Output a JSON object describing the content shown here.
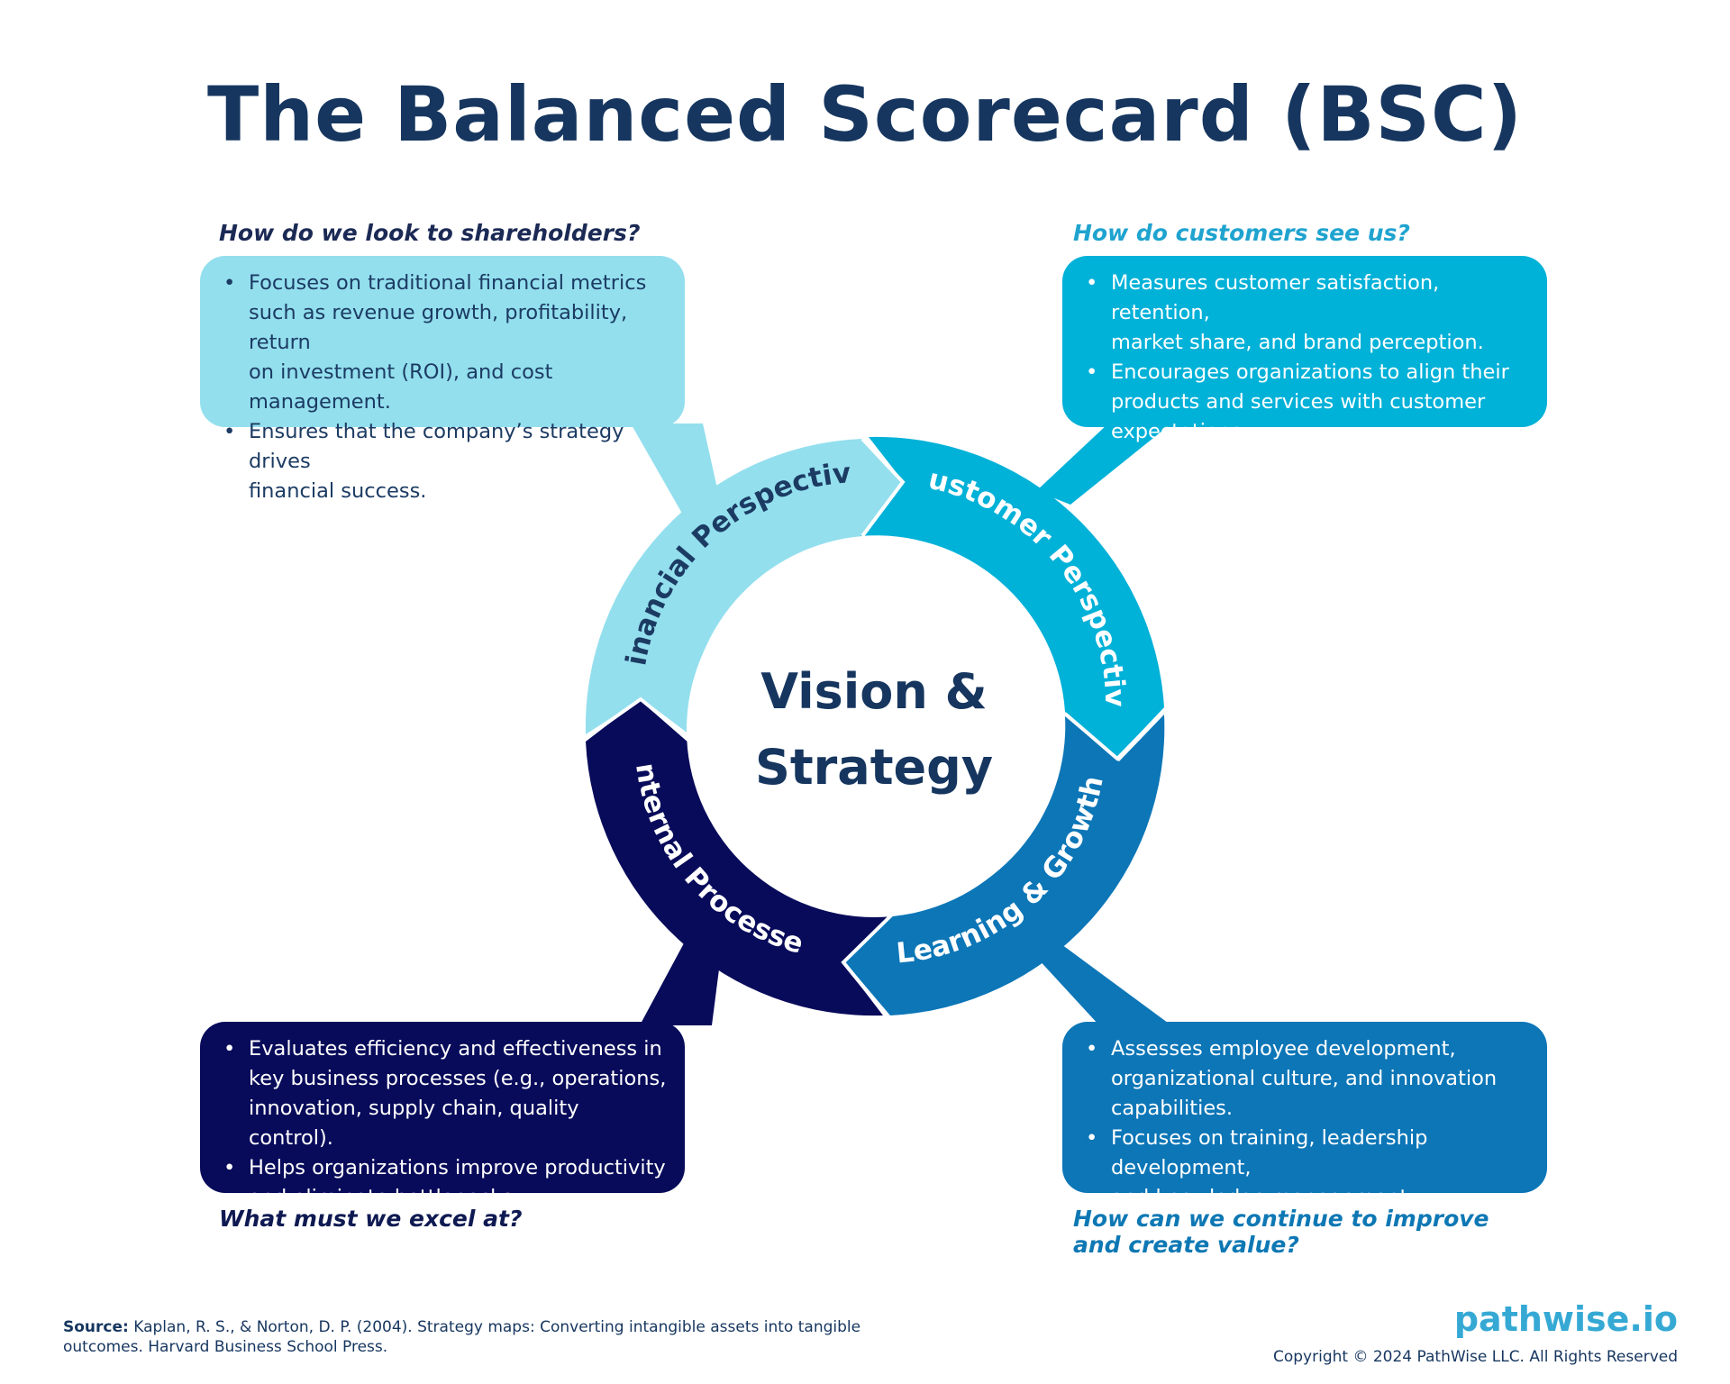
{
  "title": "The Balanced Scorecard (BSC)",
  "center": {
    "line1": "Vision &",
    "line2": "Strategy"
  },
  "perspectives": {
    "financial": {
      "label": "Financial Perspective",
      "question": "How do we look to shareholders?",
      "color": "#93dfee",
      "text_color": "#1c3b63",
      "bullets": [
        [
          "Focuses on traditional financial metrics",
          "such as revenue growth, profitability, return",
          "on investment (ROI), and cost management."
        ],
        [
          "Ensures that the company’s strategy drives",
          "financial success."
        ]
      ]
    },
    "customer": {
      "label": "Customer Perspective",
      "question": "How do customers see us?",
      "color": "#00b1d8",
      "text_color": "#ffffff",
      "bullets": [
        [
          "Measures customer satisfaction, retention,",
          "market share, and brand perception."
        ],
        [
          "Encourages organizations to align their",
          "products and services with customer",
          "expectations."
        ]
      ]
    },
    "internal": {
      "label": "Internal Processes",
      "question": "What must we excel at?",
      "color": "#080b5a",
      "text_color": "#ffffff",
      "bullets": [
        [
          "Evaluates efficiency and effectiveness in",
          "key business processes (e.g., operations,",
          "innovation, supply chain, quality control)."
        ],
        [
          "Helps organizations improve productivity",
          "and eliminate bottlenecks."
        ]
      ]
    },
    "learning": {
      "label": "Learning & Growth",
      "question": "How can we continue to improve and create value?",
      "color": "#0c76b7",
      "text_color": "#ffffff",
      "bullets": [
        [
          "Assesses employee development,",
          "organizational culture, and innovation",
          "capabilities."
        ],
        [
          "Focuses on training, leadership development,",
          "and knowledge management."
        ]
      ]
    }
  },
  "footer": {
    "source_label": "Source:",
    "source_text": "Kaplan, R. S., & Norton, D. P. (2004). Strategy maps: Converting intangible assets into tangible outcomes. Harvard Business School Press.",
    "brand": "pathwise.io",
    "copyright": "Copyright © 2024 PathWise LLC. All Rights Reserved"
  },
  "colors": {
    "title": "#16365f",
    "brand": "#35a9d4"
  }
}
